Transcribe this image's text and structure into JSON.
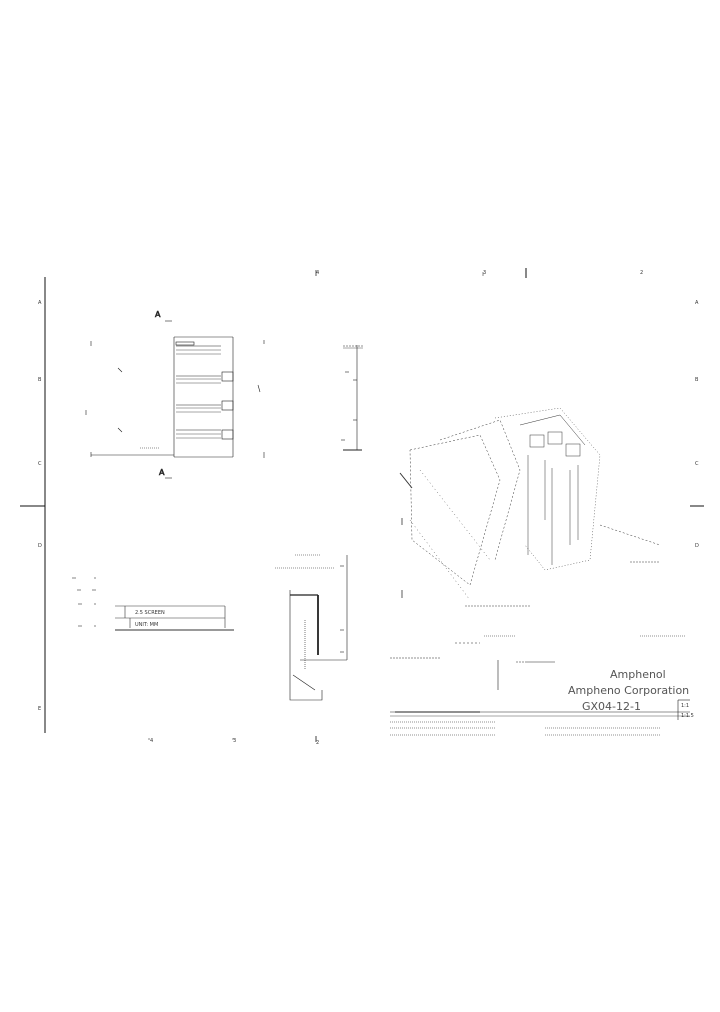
{
  "zone_labels": {
    "top": [
      "4",
      "3",
      "2"
    ],
    "bottom": [
      "4",
      "3",
      "2"
    ],
    "left": [
      "A",
      "B",
      "C",
      "D",
      "E"
    ],
    "right": [
      "A",
      "B",
      "C",
      "D"
    ]
  },
  "views": {
    "section_marker_top": "A",
    "section_marker_bottom": "A",
    "strip_label_1": "2.5 SCREEN",
    "strip_label_2": "UNIT: MM"
  },
  "title_block": {
    "company": "Amphenol",
    "title": "Ampheno Corporation",
    "part_number": "GX04-12-1",
    "scale": "1:1",
    "small_field": "1:1.5"
  }
}
